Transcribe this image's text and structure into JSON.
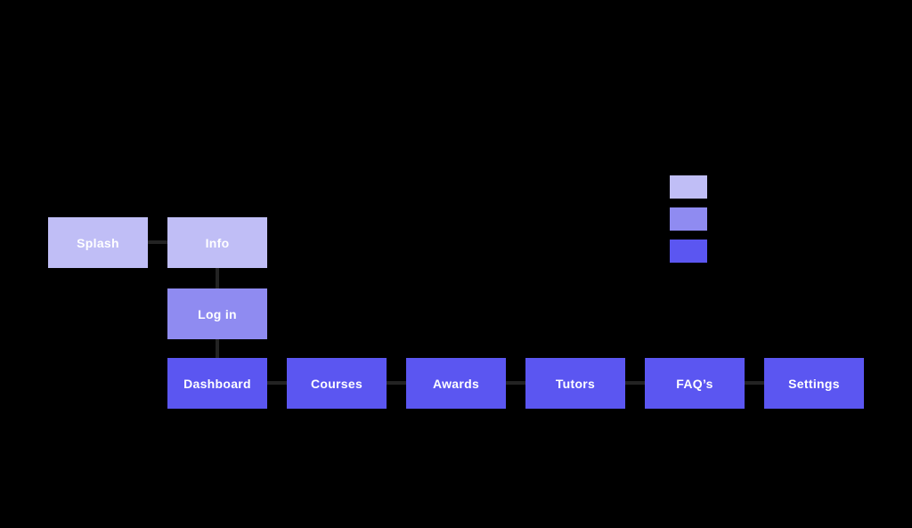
{
  "canvas": {
    "background": "#000000"
  },
  "colors": {
    "level1": "#c0bef6",
    "level2": "#8f8bf1",
    "level3": "#5b56f1",
    "connector": "#232323",
    "node_text": "#ffffff"
  },
  "diagram": {
    "type": "sitemap-flowchart",
    "node_size": {
      "width": 112,
      "height": 57
    },
    "nodes": [
      {
        "id": "splash",
        "label": "Splash",
        "level": 1
      },
      {
        "id": "info",
        "label": "Info",
        "level": 1
      },
      {
        "id": "login",
        "label": "Log in",
        "level": 2
      },
      {
        "id": "dashboard",
        "label": "Dashboard",
        "level": 3
      },
      {
        "id": "courses",
        "label": "Courses",
        "level": 3
      },
      {
        "id": "awards",
        "label": "Awards",
        "level": 3
      },
      {
        "id": "tutors",
        "label": "Tutors",
        "level": 3
      },
      {
        "id": "faqs",
        "label": "FAQ’s",
        "level": 3
      },
      {
        "id": "settings",
        "label": "Settings",
        "level": 3
      }
    ],
    "connectors": [
      {
        "from": "splash",
        "to": "info",
        "orientation": "horizontal"
      },
      {
        "from": "info",
        "to": "login",
        "orientation": "vertical"
      },
      {
        "from": "login",
        "to": "dashboard",
        "orientation": "vertical"
      },
      {
        "from": "dashboard",
        "to": "courses",
        "orientation": "horizontal"
      },
      {
        "from": "courses",
        "to": "awards",
        "orientation": "horizontal"
      },
      {
        "from": "awards",
        "to": "tutors",
        "orientation": "horizontal"
      },
      {
        "from": "tutors",
        "to": "faqs",
        "orientation": "horizontal"
      },
      {
        "from": "faqs",
        "to": "settings",
        "orientation": "horizontal"
      }
    ]
  },
  "legend": {
    "swatch_size": {
      "width": 42,
      "height": 26
    },
    "swatches": [
      {
        "name": "level-1",
        "color": "#c0bef6"
      },
      {
        "name": "level-2",
        "color": "#8f8bf1"
      },
      {
        "name": "level-3",
        "color": "#5b56f1"
      }
    ]
  }
}
